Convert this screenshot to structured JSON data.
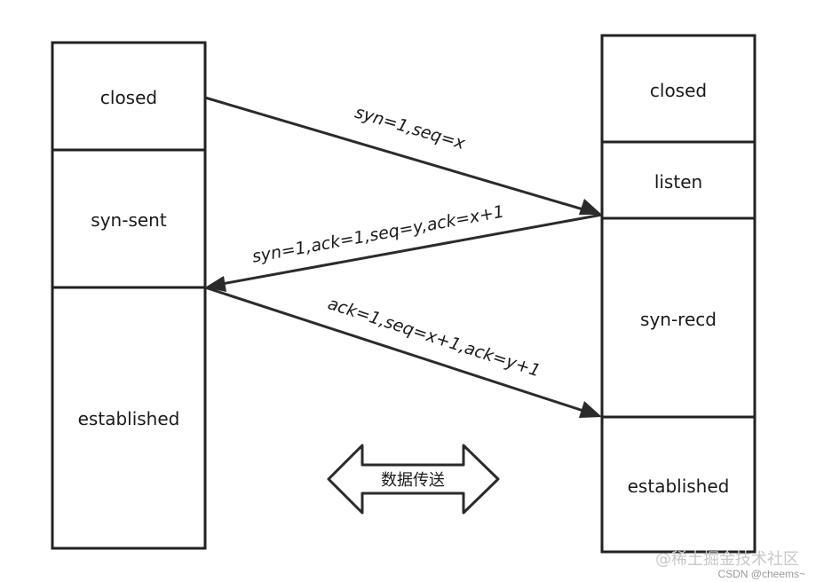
{
  "client": {
    "states": [
      "closed",
      "syn-sent",
      "established"
    ]
  },
  "server": {
    "states": [
      "closed",
      "listen",
      "syn-recd",
      "established"
    ]
  },
  "messages": {
    "syn": "syn=1,seq=x",
    "syn_ack": "syn=1,ack=1,seq=y,ack=x+1",
    "ack": "ack=1,seq=x+1,ack=y+1"
  },
  "data_transfer": {
    "label": "数据传送"
  },
  "watermark": {
    "line1": "@稀土掘金技术社区",
    "line2": "CSDN @cheems~"
  }
}
